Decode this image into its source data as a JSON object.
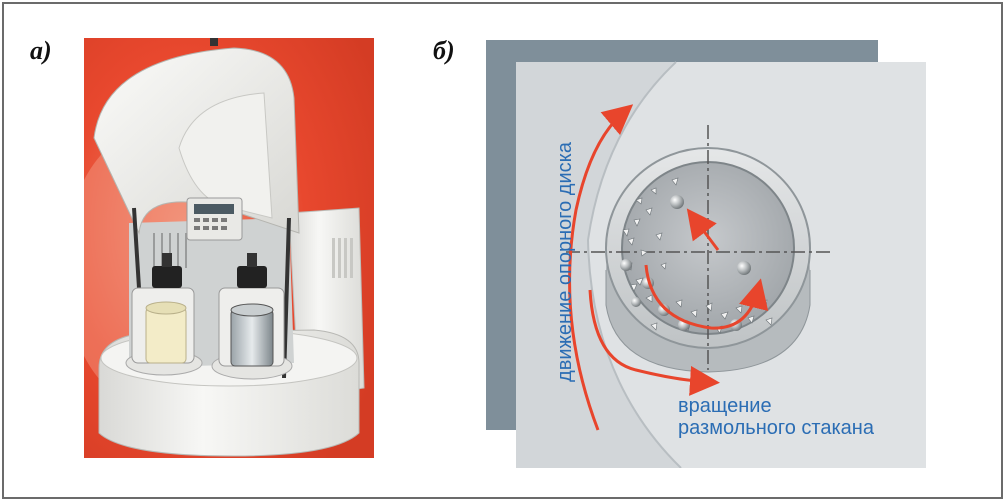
{
  "panels": {
    "a": {
      "label": "а)"
    },
    "b": {
      "label": "б)"
    }
  },
  "labels": {
    "disk_motion": "движение опорного диска",
    "jar_rotation_line1": "вращение",
    "jar_rotation_line2": "размольного стакана"
  },
  "colors": {
    "arrow": "#e8452c",
    "text_blue": "#2b6db4",
    "photo_background": "#e8482e",
    "mill_body": "#efefec"
  },
  "icons": {
    "mill": "planetary-ball-mill-photo",
    "jar": "grinding-jar-diagram"
  }
}
